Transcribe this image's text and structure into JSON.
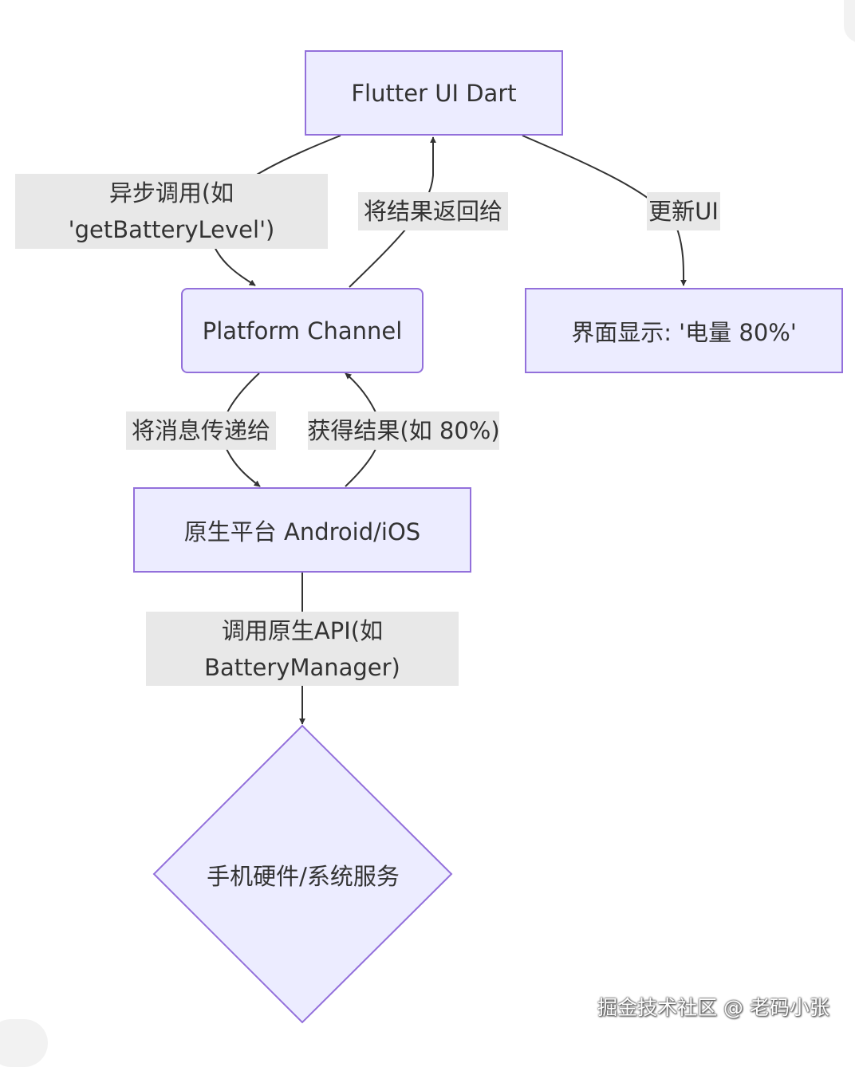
{
  "nodes": {
    "flutter_ui": "Flutter UI Dart",
    "platform_channel": "Platform Channel",
    "native_platform": "原生平台 Android/iOS",
    "display": "界面显示: '电量 80%'",
    "hardware": "手机硬件/系统服务"
  },
  "edges": {
    "async_call": [
      "异步调用(如",
      "'getBatteryLevel')"
    ],
    "return_result": "将结果返回给",
    "update_ui": "更新UI",
    "pass_message": "将消息传递给",
    "get_result": "获得结果(如 80%)",
    "call_native_api": [
      "调用原生API(如",
      "BatteryManager)"
    ]
  },
  "colors": {
    "node_fill": "#ECECFF",
    "node_stroke": "#9370DB",
    "edge_stroke": "#333333",
    "label_bg": "#e8e8e8"
  },
  "watermark": "掘金技术社区 @ 老码小张"
}
